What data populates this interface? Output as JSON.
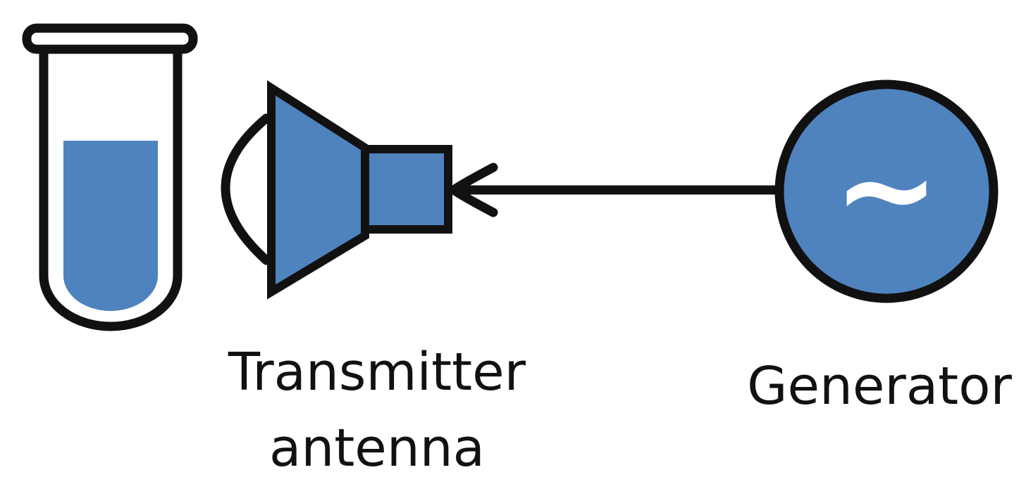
{
  "labels": {
    "transmitter_line1": "Transmitter",
    "transmitter_line2": "antenna",
    "generator": "Generator"
  },
  "generator_symbol": "~",
  "colors": {
    "fill": "#4f83be",
    "stroke": "#111111",
    "background": "#ffffff"
  },
  "components": {
    "test_tube": "test-tube-icon",
    "wave": "radiation-arc-icon",
    "antenna": "horn-antenna-icon",
    "generator": "signal-generator-icon",
    "connector": "arrow-icon"
  }
}
